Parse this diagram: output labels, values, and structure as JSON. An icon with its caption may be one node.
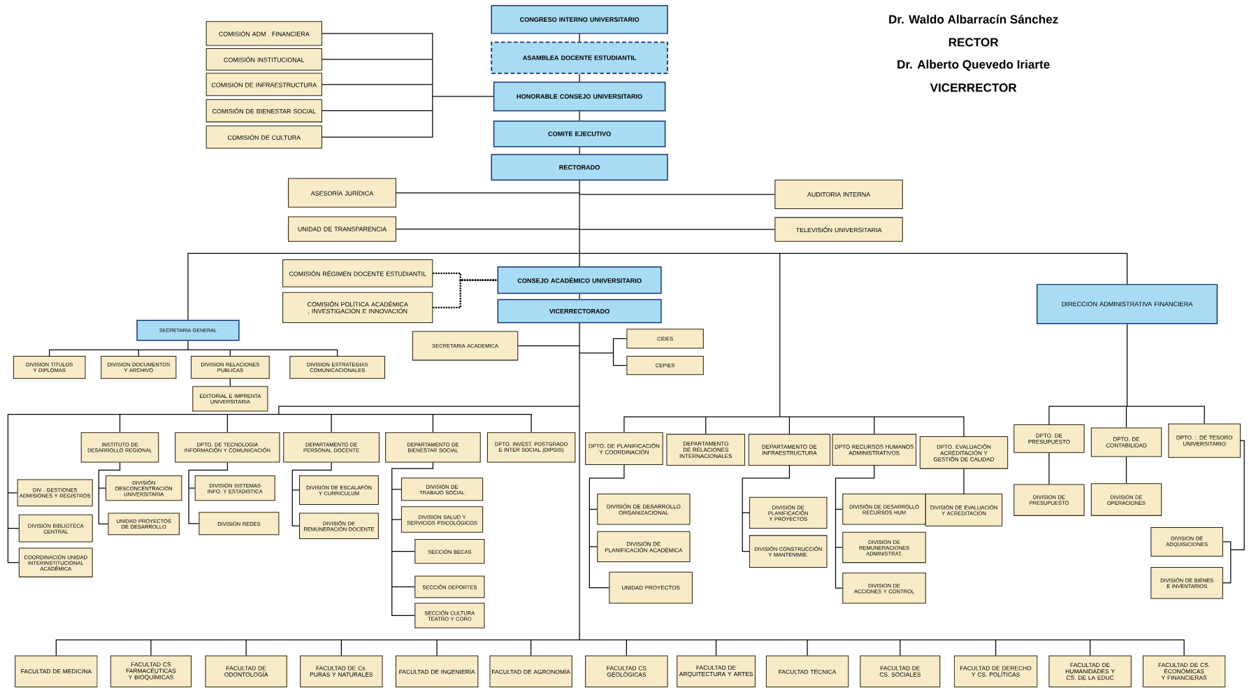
{
  "diagram": {
    "nodes": [
      {
        "text": [
          "CONGRESO INTERNO UNIVERSITARIO"
        ]
      },
      {
        "text": [
          "ASAMBLEA DOCENTE ESTUDIANTIL"
        ]
      },
      {
        "text": [
          "HONORABLE CONSEJO UNIVERSITARIO"
        ]
      },
      {
        "text": [
          "COMITE EJECUTIVO"
        ]
      },
      {
        "text": [
          "RECTORADO"
        ]
      },
      {
        "text": [
          "COMISIÓN ADM . FINANCIERA"
        ]
      },
      {
        "text": [
          "COMISIÓN INSTITUCIONAL"
        ]
      },
      {
        "text": [
          "COMISIÓN DE INFRAESTRUCTURA"
        ]
      },
      {
        "text": [
          "COMISIÓN DE BIENESTAR SOCIAL"
        ]
      },
      {
        "text": [
          "COMISIÓN DE CULTURA"
        ]
      },
      {
        "text": [
          "ASESORÍA JURÍDICA"
        ]
      },
      {
        "text": [
          "UNIDAD DE TRANSPARENCIA"
        ]
      },
      {
        "text": [
          "AUDITORIA INTERNA"
        ]
      },
      {
        "text": [
          "TELEVISIÓN UNIVERSITARIA"
        ]
      },
      {
        "text": [
          "COMISIÓN RÉGIMEN DOCENTE ESTUDIANTIL"
        ]
      },
      {
        "text": [
          "COMISIÓN POLÍTICA ACADÉMICA , INVESTIGACIÓN E INNOVACIÓN"
        ]
      },
      {
        "text": [
          "CONSEJO ACADÉMICO UNIVERSITARIO"
        ]
      },
      {
        "text": [
          "VICERRECTORADO"
        ]
      },
      {
        "text": [
          "SECRETARIA GENERAL"
        ]
      },
      {
        "text": [
          "SECRETARIA ACADEMICA"
        ]
      },
      {
        "text": [
          "CIDES"
        ]
      },
      {
        "text": [
          "CEPIES"
        ]
      },
      {
        "text": [
          "DIRECCION ADMINISTRATIVA FINANCIERA"
        ]
      },
      {
        "text": [
          "DIVISION TITULOS Y DIPLOMAS"
        ]
      },
      {
        "text": [
          "DIVISION DOCUMENTOS Y ARCHIVO"
        ]
      },
      {
        "text": [
          "DIVISION RELACIONES PUBLICAS"
        ]
      },
      {
        "text": [
          "DIVISION ESTRATEGIAS COMUNICACIONALES"
        ]
      },
      {
        "text": [
          "EDITORIAL E IMPRENTA UNIVERSITARIA"
        ]
      },
      {
        "text": [
          "INSTITUTO DE DESARROLLO REGIONAL"
        ]
      },
      {
        "text": [
          "DPTO. DE TECNOLOGIA INFORMACIÓN Y COMUNICACIÓN"
        ]
      },
      {
        "text": [
          "DEPARTAMENTO DE PERSONAL DOCENTE"
        ]
      },
      {
        "text": [
          "DEPARTAMENTO DE BIENESTAR SOCIAL"
        ]
      },
      {
        "text": [
          "DPTO. INVEST. POSTGRADO E INTER SOCIAL (DIPGIS)"
        ]
      },
      {
        "text": [
          "DIV . GESTIONES ADMISIONES Y REGISTROS"
        ]
      },
      {
        "text": [
          "DIVISIÓN BIBLIOTECA CENTRAL"
        ]
      },
      {
        "text": [
          "COORDINACIÓN UNIDAD INTERINSTITUCIONAL ACADÉMICA"
        ]
      },
      {
        "text": [
          "DIVISIÓN DESCONCENTRACIÓN UNIVERSITARIA"
        ]
      },
      {
        "text": [
          "UNIDAD PROYECTOS DE DESARROLLO"
        ]
      },
      {
        "text": [
          "DIVISIÓN SISTEMAS INFO. Y ESTADISTICA"
        ]
      },
      {
        "text": [
          "DIVISIÓN REDES"
        ]
      },
      {
        "text": [
          "DIVISIÓN DE ESCALAFÓN Y CURRICULUM"
        ]
      },
      {
        "text": [
          "DIVISIÓN DE REMUNERACIÓN DOCENTE"
        ]
      },
      {
        "text": [
          "DIVISIÓN DE TRABAJO SOCIAL"
        ]
      },
      {
        "text": [
          "DIVISIÓN SALUD Y SERVICIOS PSICOLÓGICOS"
        ]
      },
      {
        "text": [
          "SECCIÓN BECAS"
        ]
      },
      {
        "text": [
          "SECCIÓN DEPORTES"
        ]
      },
      {
        "text": [
          "SECCIÓN CULTURA TEATRO Y CORO"
        ]
      },
      {
        "text": [
          "DPTO. DE PLANIFICACIÓN Y COORDINACIÓN"
        ]
      },
      {
        "text": [
          "DEPARTAMENTO DE RELACIONES INTERNACIONALES"
        ]
      },
      {
        "text": [
          "DEPARTAMENTO DE INFRAESTRUCTURA"
        ]
      },
      {
        "text": [
          "DPTO RECURSOS HUMANOS ADMINISTRATIVOS"
        ]
      },
      {
        "text": [
          "DPTO. EVALUACIÓN ACREDITACIÓN Y GESTIÓN DE CALIDAD"
        ]
      },
      {
        "text": [
          "DIVISIÓN DE DESARROLLO ORGANIZACIONAL"
        ]
      },
      {
        "text": [
          "DIVISIÓN DE PLANIFICACIÓN ACADÉMICA"
        ]
      },
      {
        "text": [
          "UNIDAD PROYECTOS"
        ]
      },
      {
        "text": [
          "DIVISIÓN DE PLANIFICACIÓN Y PROYECTOS"
        ]
      },
      {
        "text": [
          "DIVISIÓN CONSTRUCCIÓN Y MANTENIMIE."
        ]
      },
      {
        "text": [
          "DIVISIÓN DE DESARROLLO RECURSOS HUM"
        ]
      },
      {
        "text": [
          "DIVISIÓN DE REMUNERACIONES ADMINISTRAT."
        ]
      },
      {
        "text": [
          "DIVISIÓN DE ACCIONES Y CONTROL"
        ]
      },
      {
        "text": [
          "DIVISIÓN DE EVALUACIÓN Y ACREDITACIÓN"
        ]
      },
      {
        "text": [
          "DPTO. DE PRESUPUESTO"
        ]
      },
      {
        "text": [
          "DPTO. DE CONTABILIDAD"
        ]
      },
      {
        "text": [
          "DPTO. : DE TESORO UNIVERSITARIO"
        ]
      },
      {
        "text": [
          "DIVISION DE PRESUPUESTO"
        ]
      },
      {
        "text": [
          "DIVISIÓN DE OPERACIONES"
        ]
      },
      {
        "text": [
          "DIVISION DE ADQUISICIONES"
        ]
      },
      {
        "text": [
          "DIVISIÓN DE BIENES E INVENTARIOS"
        ]
      },
      {
        "text": [
          "FACULTAD DE MEDICINA"
        ]
      },
      {
        "text": [
          "FACULTAD CS FARMACÉUTICAS Y BIOQUÍMICAS"
        ]
      },
      {
        "text": [
          "FACULTAD DE ODONTOLOGÍA"
        ]
      },
      {
        "text": [
          "FACULTAD DE Cs. PURAS Y NATURALES"
        ]
      },
      {
        "text": [
          "FACULTAD DE INGENIERÍA"
        ]
      },
      {
        "text": [
          "FACULTAD DE AGRONOMÍA"
        ]
      },
      {
        "text": [
          "FACULTAD CS GEOLÓGICAS"
        ]
      },
      {
        "text": [
          "FACULTAD DE ARQUITECTURA Y ARTES"
        ]
      },
      {
        "text": [
          "FACULTAD TÉCNICA"
        ]
      },
      {
        "text": [
          "FACULTAD DE CS. SOCIALES"
        ]
      },
      {
        "text": [
          "FACULTAD DE DERECHO Y CS. POLÍTICAS"
        ]
      },
      {
        "text": [
          "FACULTAD DE HUMANIDADES Y CS. DE LA EDUC"
        ]
      },
      {
        "text": [
          "FACULTAD DE CS. ECONÓMICAS Y FINANCIERAS"
        ]
      }
    ],
    "edges": [
      {
        "from": 0,
        "to": 1,
        "arrow": "none"
      },
      {
        "from": 1,
        "to": 2,
        "arrow": "none"
      },
      {
        "from": 2,
        "to": 3,
        "arrow": "none"
      },
      {
        "from": 3,
        "to": 4,
        "arrow": "none"
      },
      {
        "from": 2,
        "to": 5,
        "arrow": "none"
      },
      {
        "from": 2,
        "to": 6,
        "arrow": "none"
      },
      {
        "from": 2,
        "to": 7,
        "arrow": "none"
      },
      {
        "from": 2,
        "to": 8,
        "arrow": "none"
      },
      {
        "from": 2,
        "to": 9,
        "arrow": "none"
      },
      {
        "from": 4,
        "to": 10,
        "arrow": "none"
      },
      {
        "from": 4,
        "to": 11,
        "arrow": "none"
      },
      {
        "from": 4,
        "to": 12,
        "arrow": "none"
      },
      {
        "from": 4,
        "to": 13,
        "arrow": "none"
      },
      {
        "from": 4,
        "to": 16,
        "arrow": "none"
      },
      {
        "from": 4,
        "to": 18,
        "arrow": "none"
      },
      {
        "from": 4,
        "to": 22,
        "arrow": "none"
      },
      {
        "from": 4,
        "to": 47,
        "arrow": "none"
      },
      {
        "from": 4,
        "to": 48,
        "arrow": "none"
      },
      {
        "from": 4,
        "to": 49,
        "arrow": "none"
      },
      {
        "from": 4,
        "to": 50,
        "arrow": "none"
      },
      {
        "from": 4,
        "to": 51,
        "arrow": "none"
      },
      {
        "from": 14,
        "to": 16,
        "arrow": "none",
        "style": "dashed"
      },
      {
        "from": 15,
        "to": 16,
        "arrow": "none",
        "style": "dashed"
      },
      {
        "from": 16,
        "to": 17,
        "arrow": "none"
      },
      {
        "from": 17,
        "to": 19,
        "arrow": "none"
      },
      {
        "from": 17,
        "to": 20,
        "arrow": "none"
      },
      {
        "from": 17,
        "to": 21,
        "arrow": "none"
      },
      {
        "from": 18,
        "to": 23,
        "arrow": "none"
      },
      {
        "from": 18,
        "to": 24,
        "arrow": "none"
      },
      {
        "from": 18,
        "to": 25,
        "arrow": "none"
      },
      {
        "from": 18,
        "to": 26,
        "arrow": "none"
      },
      {
        "from": 25,
        "to": 27,
        "arrow": "none"
      },
      {
        "from": 17,
        "to": 28,
        "arrow": "none"
      },
      {
        "from": 17,
        "to": 29,
        "arrow": "none"
      },
      {
        "from": 17,
        "to": 30,
        "arrow": "none"
      },
      {
        "from": 17,
        "to": 31,
        "arrow": "none"
      },
      {
        "from": 17,
        "to": 32,
        "arrow": "none"
      },
      {
        "from": 17,
        "to": 33,
        "arrow": "none"
      },
      {
        "from": 17,
        "to": 34,
        "arrow": "none"
      },
      {
        "from": 17,
        "to": 35,
        "arrow": "none"
      },
      {
        "from": 28,
        "to": 36,
        "arrow": "none"
      },
      {
        "from": 28,
        "to": 37,
        "arrow": "none"
      },
      {
        "from": 29,
        "to": 38,
        "arrow": "none"
      },
      {
        "from": 29,
        "to": 39,
        "arrow": "none"
      },
      {
        "from": 30,
        "to": 40,
        "arrow": "none"
      },
      {
        "from": 30,
        "to": 41,
        "arrow": "none"
      },
      {
        "from": 31,
        "to": 42,
        "arrow": "none"
      },
      {
        "from": 31,
        "to": 43,
        "arrow": "none"
      },
      {
        "from": 31,
        "to": 44,
        "arrow": "none"
      },
      {
        "from": 31,
        "to": 45,
        "arrow": "none"
      },
      {
        "from": 31,
        "to": 46,
        "arrow": "none"
      },
      {
        "from": 47,
        "to": 52,
        "arrow": "none"
      },
      {
        "from": 47,
        "to": 53,
        "arrow": "none"
      },
      {
        "from": 47,
        "to": 54,
        "arrow": "none"
      },
      {
        "from": 49,
        "to": 55,
        "arrow": "none"
      },
      {
        "from": 49,
        "to": 56,
        "arrow": "none"
      },
      {
        "from": 50,
        "to": 57,
        "arrow": "none"
      },
      {
        "from": 50,
        "to": 58,
        "arrow": "none"
      },
      {
        "from": 50,
        "to": 59,
        "arrow": "none"
      },
      {
        "from": 51,
        "to": 60,
        "arrow": "none"
      },
      {
        "from": 22,
        "to": 61,
        "arrow": "none"
      },
      {
        "from": 22,
        "to": 62,
        "arrow": "none"
      },
      {
        "from": 22,
        "to": 63,
        "arrow": "none"
      },
      {
        "from": 61,
        "to": 64,
        "arrow": "none"
      },
      {
        "from": 62,
        "to": 65,
        "arrow": "none"
      },
      {
        "from": 63,
        "to": 66,
        "arrow": "none"
      },
      {
        "from": 63,
        "to": 67,
        "arrow": "none"
      },
      {
        "from": 17,
        "to": 68,
        "arrow": "none"
      },
      {
        "from": 17,
        "to": 69,
        "arrow": "none"
      },
      {
        "from": 17,
        "to": 70,
        "arrow": "none"
      },
      {
        "from": 17,
        "to": 71,
        "arrow": "none"
      },
      {
        "from": 17,
        "to": 72,
        "arrow": "none"
      },
      {
        "from": 17,
        "to": 73,
        "arrow": "none"
      },
      {
        "from": 17,
        "to": 74,
        "arrow": "none"
      },
      {
        "from": 17,
        "to": 75,
        "arrow": "none"
      },
      {
        "from": 17,
        "to": 76,
        "arrow": "none"
      },
      {
        "from": 17,
        "to": 77,
        "arrow": "none"
      },
      {
        "from": 17,
        "to": 78,
        "arrow": "none"
      },
      {
        "from": 17,
        "to": 79,
        "arrow": "none"
      },
      {
        "from": 17,
        "to": 80,
        "arrow": "none"
      }
    ],
    "labels": [
      "Dr. Waldo Albarracín Sánchez",
      "RECTOR",
      "Dr. Alberto Quevedo Iriarte",
      "VICERRECTOR"
    ]
  }
}
